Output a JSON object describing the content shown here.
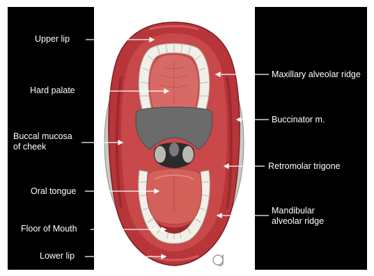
{
  "figure": {
    "labels_left": [
      {
        "id": "upper-lip",
        "text": "Upper lip"
      },
      {
        "id": "hard-palate",
        "text": "Hard palate"
      },
      {
        "id": "buccal-mucosa",
        "text": "Buccal mucosa\nof cheek"
      },
      {
        "id": "oral-tongue",
        "text": "Oral tongue"
      },
      {
        "id": "floor-of-mouth",
        "text": "Floor of Mouth"
      },
      {
        "id": "lower-lip",
        "text": "Lower lip"
      }
    ],
    "labels_right": [
      {
        "id": "maxillary-alveolar-ridge",
        "text": "Maxillary alveolar ridge"
      },
      {
        "id": "buccinator",
        "text": "Buccinator m."
      },
      {
        "id": "retromolar-trigone",
        "text": "Retromolar trigone"
      },
      {
        "id": "mandibular-alveolar-ridge",
        "text": "Mandibular\nalveolar ridge"
      }
    ],
    "signature": "aJ",
    "colors": {
      "background": "#000000",
      "panel": "#ffffff",
      "lip": "#b8353a",
      "mucosa": "#c9484a",
      "palate": "#d86a66",
      "soft_palate": "#6b6b6b",
      "tongue": "#d4605a",
      "teeth": "#f1efe8",
      "buccinator_fat": "#c9c9c4",
      "leader_line": "#ffffff"
    }
  }
}
